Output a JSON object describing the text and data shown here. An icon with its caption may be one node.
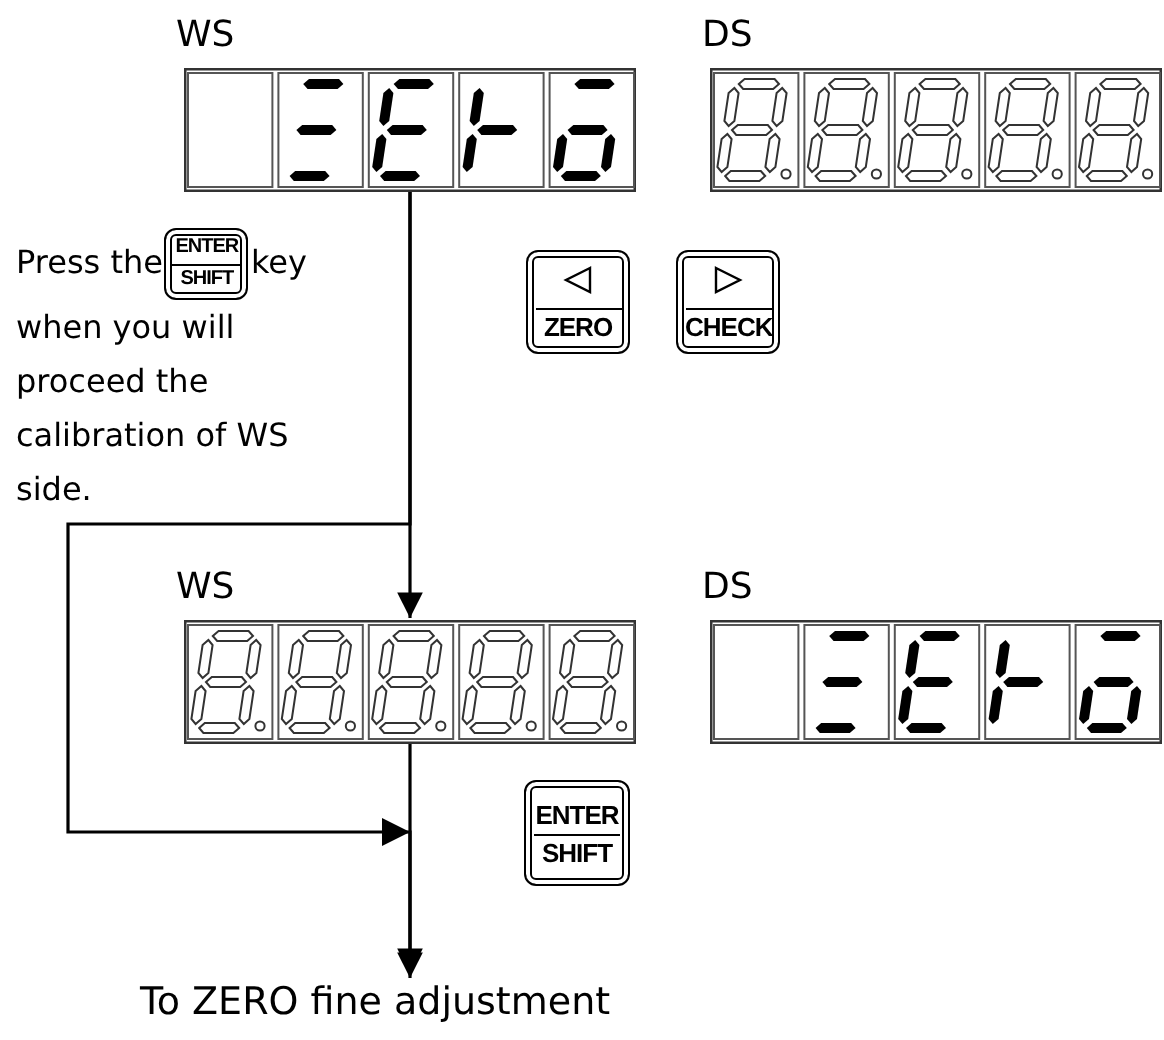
{
  "diagram": {
    "nodes": [
      {
        "text": [
          "WS"
        ]
      },
      {
        "text": [
          "DS"
        ]
      },
      {
        "text": [
          "ENTER",
          "SHIFT"
        ]
      },
      {
        "text": [
          "ZERO"
        ]
      },
      {
        "text": [
          "CHECK"
        ]
      },
      {
        "text": [
          "WS"
        ]
      },
      {
        "text": [
          "DS"
        ]
      },
      {
        "text": [
          "ENTER",
          "SHIFT"
        ]
      },
      {
        "text": [
          "To ZERO fine adjustment"
        ]
      }
    ],
    "edges": [
      {
        "from": 0,
        "to": 5,
        "arrow": "to"
      },
      {
        "from": 0,
        "to": 8,
        "arrow": "to"
      },
      {
        "from": 5,
        "to": 8,
        "arrow": "to"
      }
    ],
    "labels": [
      "Press the",
      "key when you will proceed the calibration of WS side."
    ]
  }
}
